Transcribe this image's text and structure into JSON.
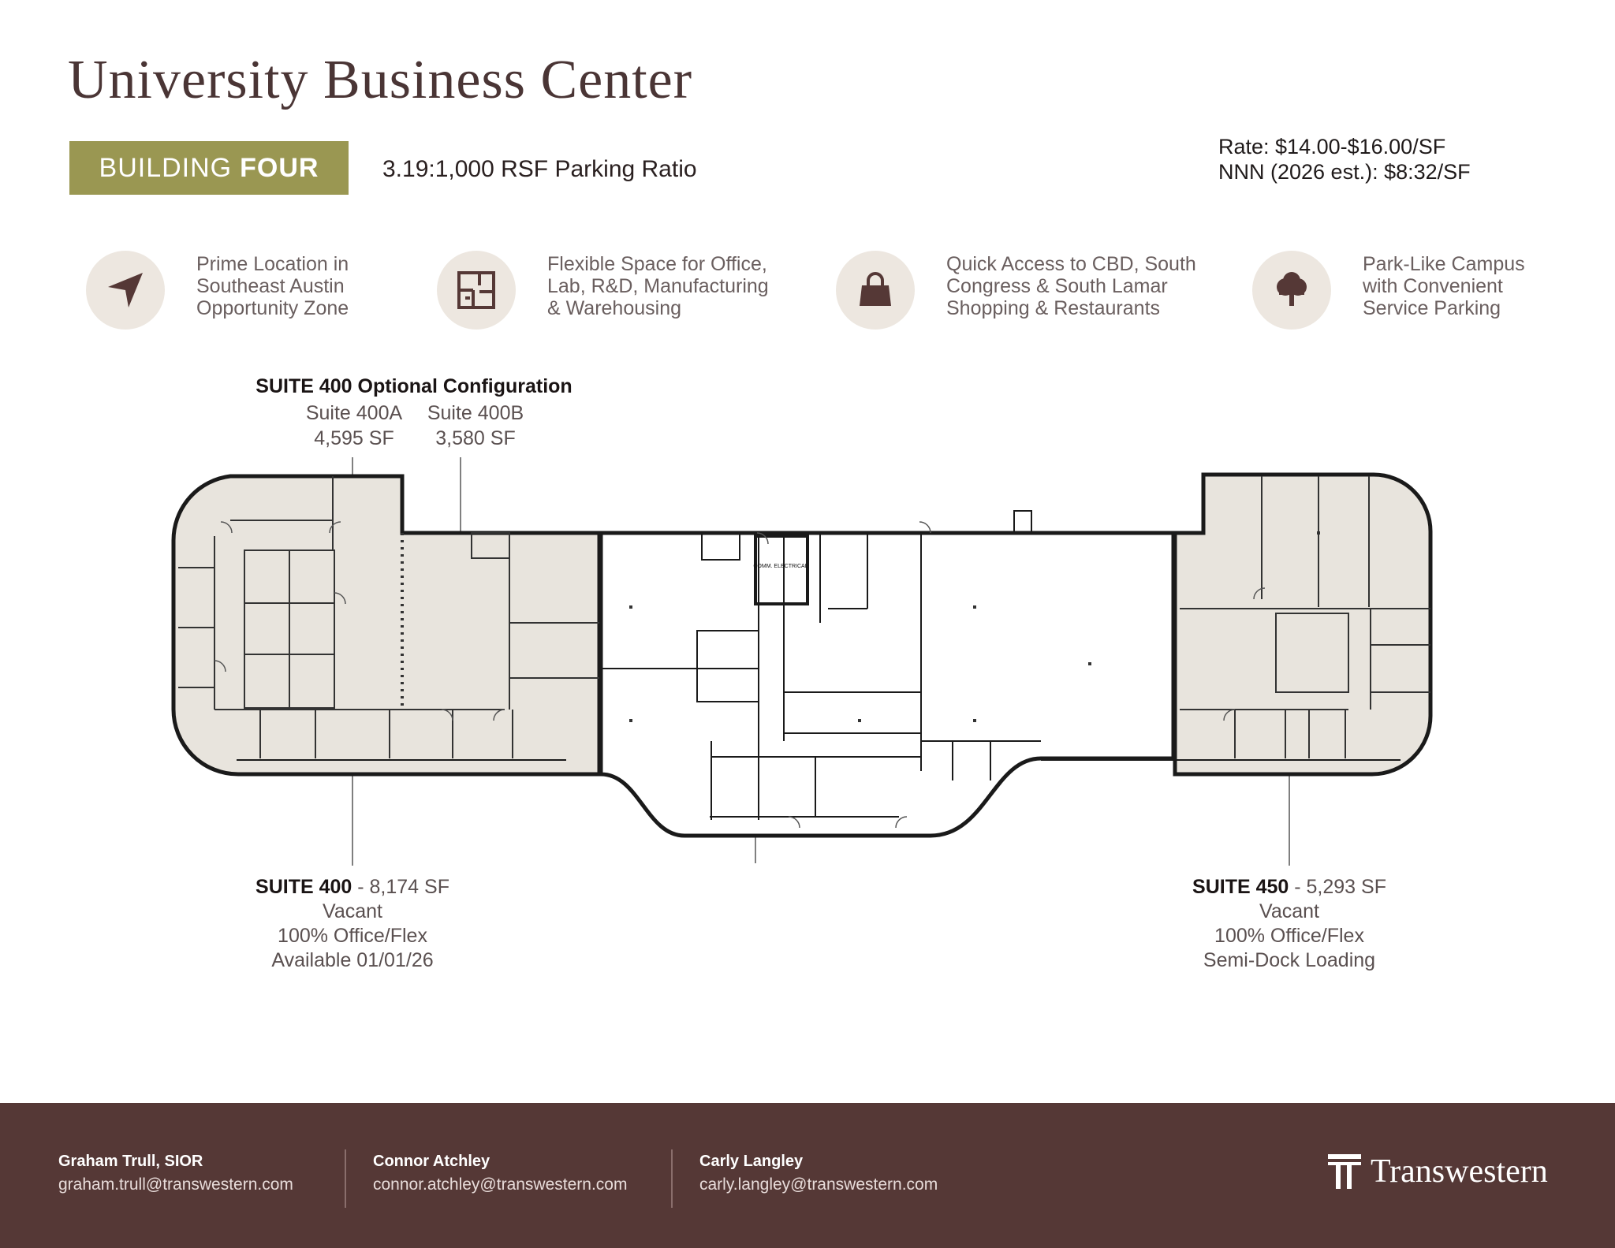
{
  "header": {
    "title": "University Business Center",
    "building_prefix": "BUILDING",
    "building_name": "FOUR",
    "parking_ratio": "3.19:1,000 RSF Parking Ratio",
    "rate": "Rate: $14.00-$16.00/SF",
    "nnn": "NNN (2026 est.): $8:32/SF"
  },
  "features": [
    {
      "icon": "navigation-arrow-icon",
      "lines": [
        "Prime Location in",
        "Southeast Austin",
        "Opportunity Zone"
      ]
    },
    {
      "icon": "floor-plan-icon",
      "lines": [
        "Flexible Space for Office,",
        "Lab, R&D, Manufacturing",
        "& Warehousing"
      ]
    },
    {
      "icon": "shopping-bag-icon",
      "lines": [
        "Quick Access to CBD, South",
        "Congress & South Lamar",
        "Shopping & Restaurants"
      ]
    },
    {
      "icon": "tree-icon",
      "lines": [
        "Park-Like Campus",
        "with Convenient",
        "Service Parking"
      ]
    }
  ],
  "plan": {
    "optional_title": "SUITE 400 Optional Configuration",
    "suite_400a_name": "Suite 400A",
    "suite_400a_sf": "4,595 SF",
    "suite_400b_name": "Suite 400B",
    "suite_400b_sf": "3,580 SF",
    "room_label": "COMM. ELECTRICAL",
    "suite_400": {
      "name": "SUITE 400",
      "sf": " - 8,174 SF",
      "status": "Vacant",
      "use": "100% Office/Flex",
      "extra": "Available 01/01/26"
    },
    "suite_450": {
      "name": "SUITE 450",
      "sf": " - 5,293 SF",
      "status": "Vacant",
      "use": "100% Office/Flex",
      "extra": "Semi-Dock Loading"
    },
    "colors": {
      "leasable_fill": "#e8e4dd",
      "wall": "#1a1a1a"
    }
  },
  "footer": {
    "contacts": [
      {
        "name": "Graham Trull, SIOR",
        "email": "graham.trull@transwestern.com"
      },
      {
        "name": "Connor Atchley",
        "email": "connor.atchley@transwestern.com"
      },
      {
        "name": "Carly Langley",
        "email": "carly.langley@transwestern.com"
      }
    ],
    "brand": "Transwestern",
    "colors": {
      "background": "#553836"
    }
  }
}
